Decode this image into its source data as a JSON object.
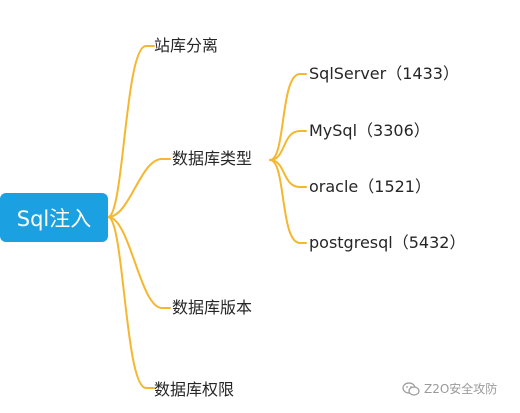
{
  "colors": {
    "root_fill": "#1ba1e2",
    "connector": "#f5b730",
    "text": "#262626",
    "watermark": "#9a9a9a"
  },
  "root": {
    "label": "Sql注入"
  },
  "branches": [
    {
      "label": "站库分离"
    },
    {
      "label": "数据库类型",
      "children": [
        {
          "label": "SqlServer（1433）"
        },
        {
          "label": "MySql（3306）"
        },
        {
          "label": "oracle（1521）"
        },
        {
          "label": "postgresql（5432）"
        }
      ]
    },
    {
      "label": "数据库版本"
    },
    {
      "label": "数据库权限"
    }
  ],
  "watermark": {
    "icon": "wechat-icon",
    "text": "Z2O安全攻防"
  }
}
